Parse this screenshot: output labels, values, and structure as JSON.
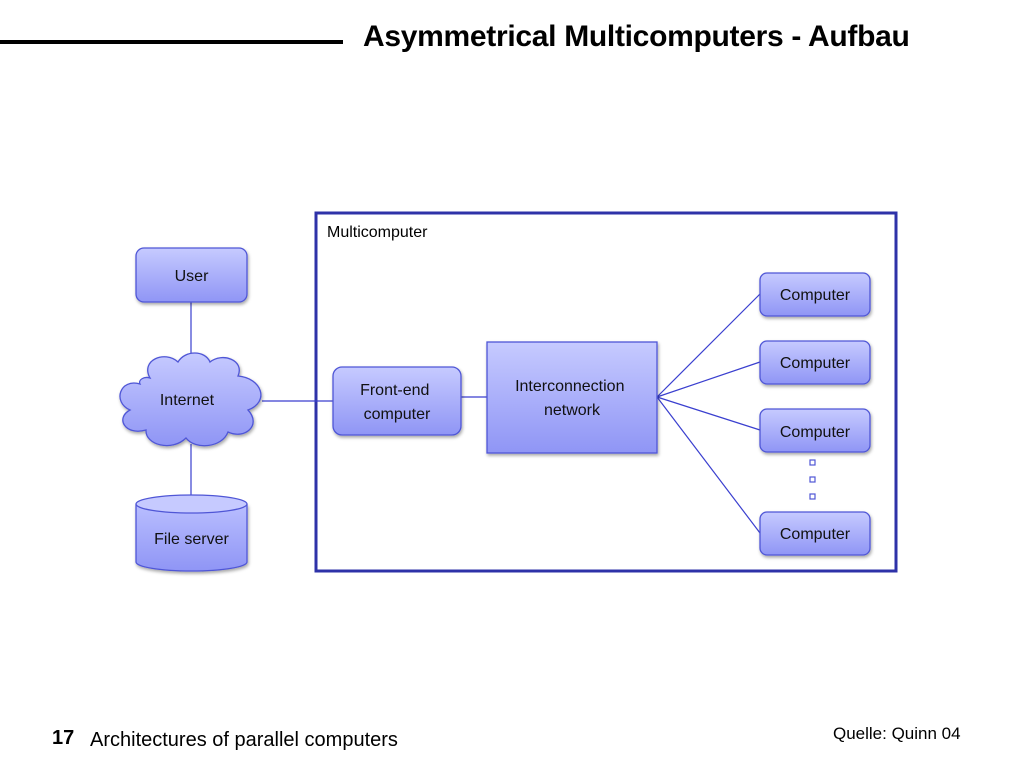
{
  "title": "Asymmetrical Multicomputers - Aufbau",
  "diagram": {
    "multicomputer_label": "Multicomputer",
    "user": "User",
    "internet": "Internet",
    "file_server": "File server",
    "frontend": [
      "Front-end",
      "computer"
    ],
    "interconnect": [
      "Interconnection",
      "network"
    ],
    "computers": [
      "Computer",
      "Computer",
      "Computer",
      "Computer"
    ]
  },
  "footer": {
    "slide_number": "17",
    "text": "Architectures of parallel computers",
    "source": "Quelle: Quinn 04"
  },
  "colors": {
    "node_top": "#c6caff",
    "node_bottom": "#8f95f5",
    "node_border": "#4f56d6",
    "frame_border": "#2e32a8",
    "connector": "#3a3fcf"
  }
}
